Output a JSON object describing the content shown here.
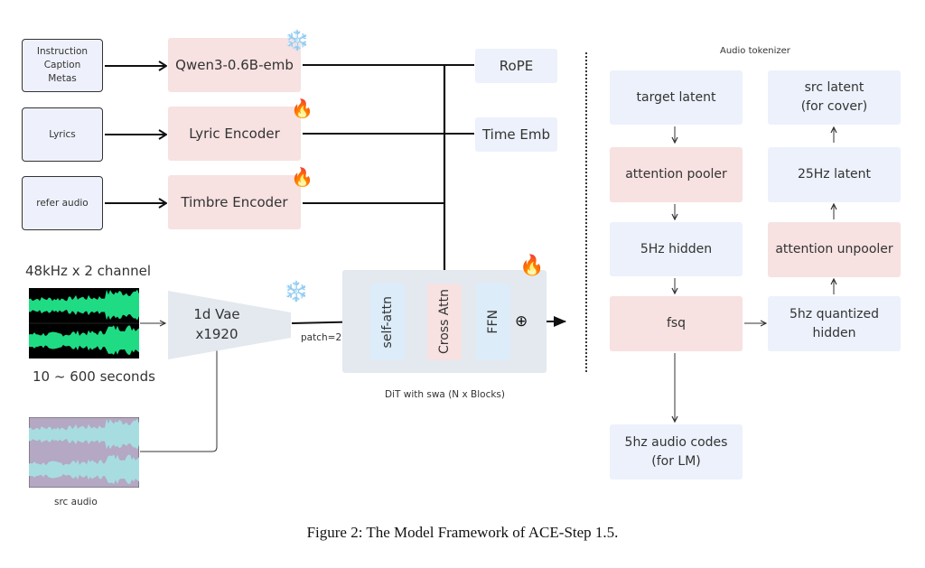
{
  "inputs": [
    {
      "label": "Instruction\nCaption\nMetas"
    },
    {
      "label": "Lyrics"
    },
    {
      "label": "refer audio"
    }
  ],
  "encoders": [
    {
      "label": "Qwen3-0.6B-emb",
      "status": "frozen",
      "icon": "snowflake-icon"
    },
    {
      "label": "Lyric Encoder",
      "status": "trainable",
      "icon": "fire-icon"
    },
    {
      "label": "Timbre Encoder",
      "status": "trainable",
      "icon": "fire-icon"
    }
  ],
  "embeddings": {
    "rope": "RoPE",
    "time_emb": "Time Emb"
  },
  "audio_input": {
    "spec_label": "48kHz x 2 channel",
    "duration_label": "10 ~ 600 seconds",
    "src_audio_label": "src audio",
    "waveform_color": "#1fdc84",
    "src_waveform_color": "#a7dde0",
    "src_bg_color": "#b4a8c4"
  },
  "vae": {
    "line1": "1d Vae",
    "line2": "x1920",
    "status": "frozen",
    "icon": "snowflake-icon",
    "patch_label": "patch=2"
  },
  "dit": {
    "blocks": [
      "self-attn",
      "Cross Attn",
      "FFN"
    ],
    "caption": "DiT with swa (N x Blocks)",
    "status": "trainable",
    "icon": "fire-icon",
    "add_symbol": "⊕"
  },
  "tokenizer": {
    "title": "Audio tokenizer",
    "left_column": [
      {
        "label": "target latent",
        "kind": "data"
      },
      {
        "label": "attention pooler",
        "kind": "module"
      },
      {
        "label": "5Hz hidden",
        "kind": "data"
      },
      {
        "label": "fsq",
        "kind": "module"
      },
      {
        "label": "5hz audio codes\n(for LM)",
        "kind": "data"
      }
    ],
    "right_column": [
      {
        "label": "src latent\n(for cover)",
        "kind": "data"
      },
      {
        "label": "25Hz latent",
        "kind": "data"
      },
      {
        "label": "attention unpooler",
        "kind": "module"
      },
      {
        "label": "5hz quantized\nhidden",
        "kind": "data"
      }
    ]
  },
  "colors": {
    "module_pink": "#f7e1e1",
    "data_blue": "#ecf1fb",
    "dit_bg": "#e3e9ef",
    "attn_blue": "#dcecf9",
    "vae_fill": "#e3e9ef"
  },
  "caption": "Figure 2: The Model Framework of ACE-Step 1.5."
}
